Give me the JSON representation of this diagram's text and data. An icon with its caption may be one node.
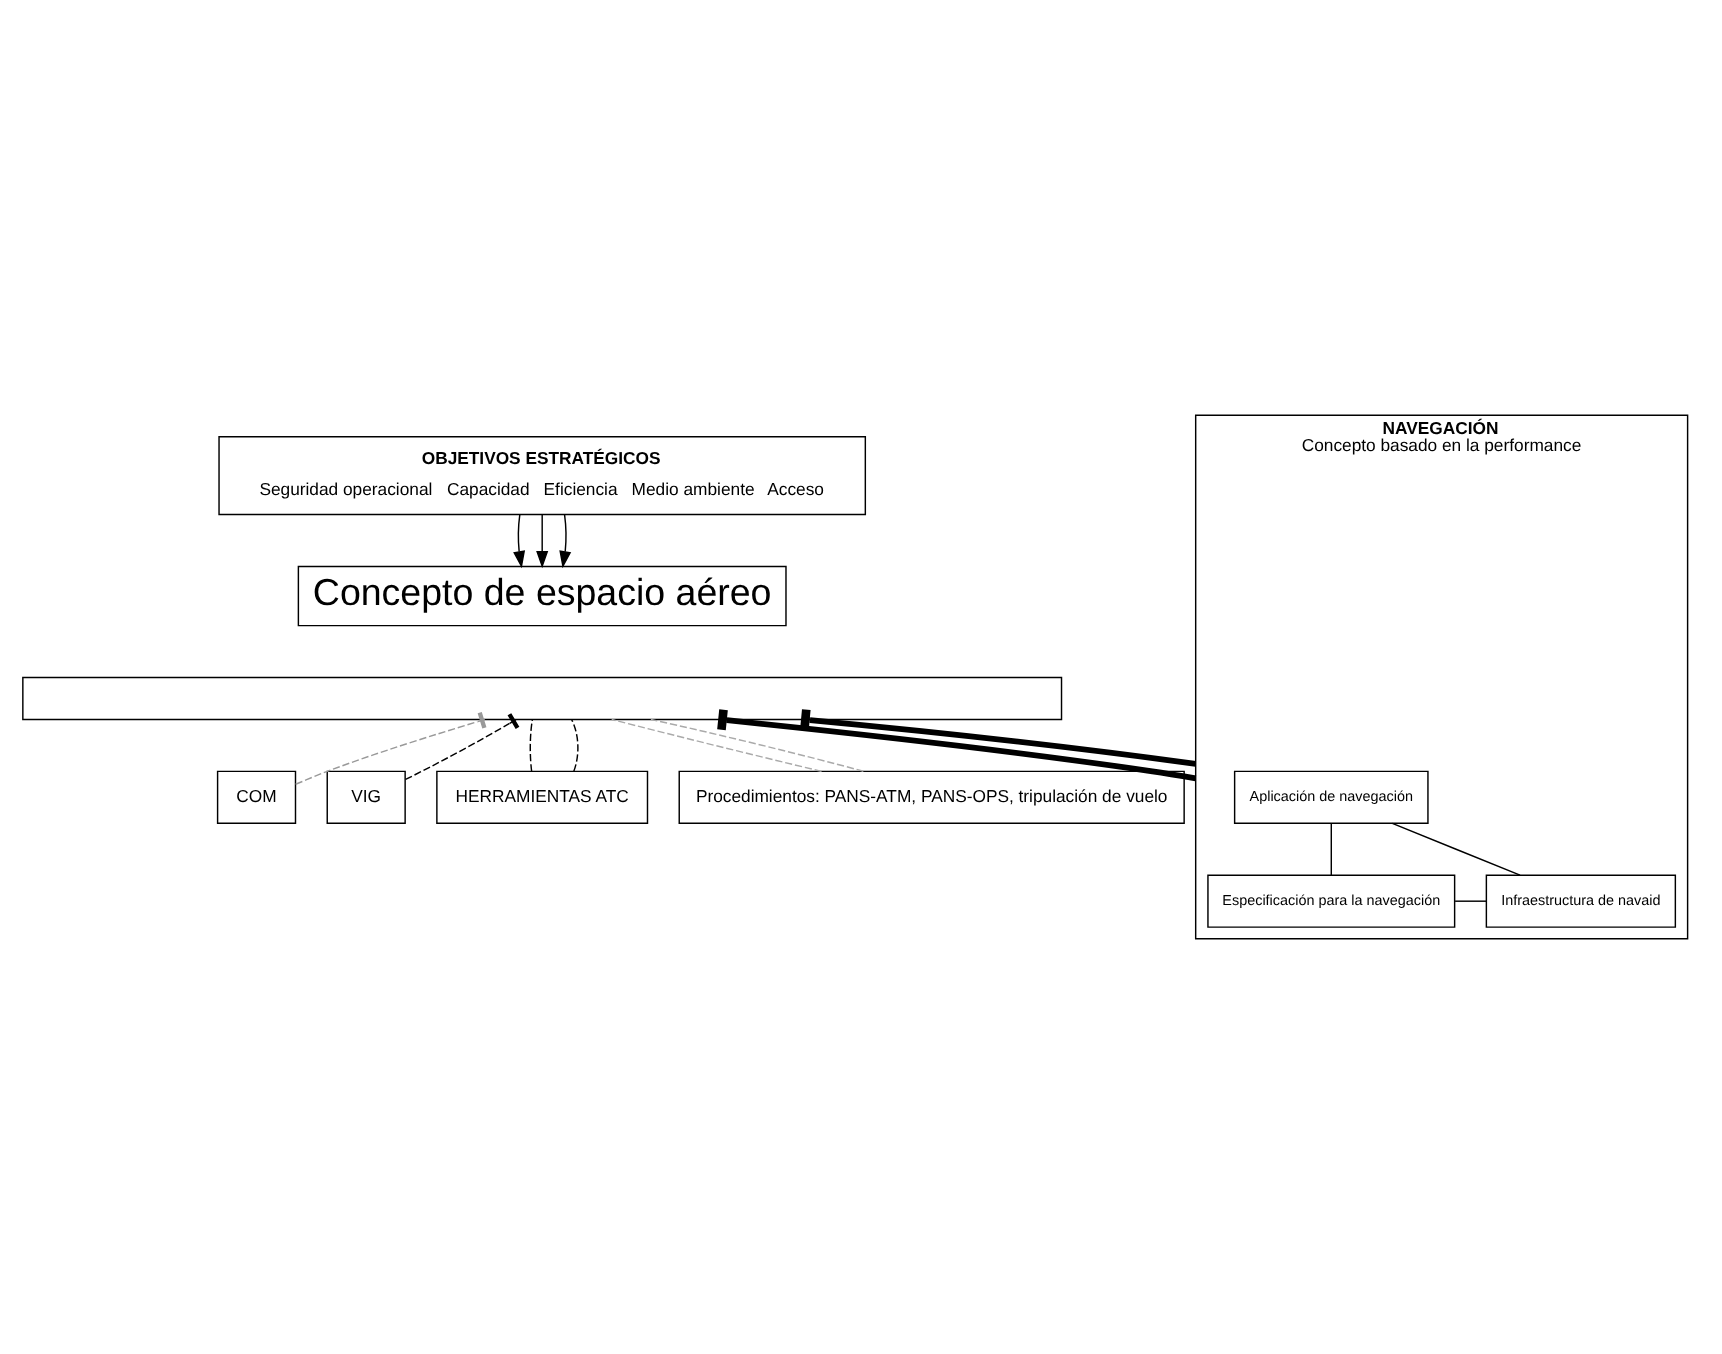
{
  "diagram": {
    "nodes": [
      {
        "text": [
          "OBJETIVOS ESTRATÉGICOS",
          "Seguridad operacional",
          "Capacidad",
          "Eficiencia",
          "Medio ambiente",
          "Acceso"
        ]
      },
      {
        "text": [
          "Concepto de espacio aéreo"
        ]
      },
      {
        "text": [],
        "shape": "bar"
      },
      {
        "text": [
          "COM"
        ]
      },
      {
        "text": [
          "VIG"
        ]
      },
      {
        "text": [
          "NAVEGACIÓN",
          "Concepto basado en la performance"
        ]
      },
      {
        "text": [
          "Aplicación de navegación"
        ],
        "in": 5
      },
      {
        "text": [
          "Especificación para la navegación"
        ],
        "in": 5
      },
      {
        "text": [
          "Infraestructura de navaid"
        ],
        "in": 5
      },
      {
        "text": [
          "HERRAMIENTAS ATC"
        ]
      },
      {
        "text": [
          "Procedimientos: PANS-ATM, PANS-OPS, tripulación de vuelo"
        ]
      }
    ],
    "edges": [
      {
        "from": 0,
        "to": 1,
        "arrow": "to"
      },
      {
        "from": 0,
        "to": 1,
        "arrow": "to"
      },
      {
        "from": 0,
        "to": 1,
        "arrow": "to"
      },
      {
        "from": 3,
        "to": 2,
        "arrow": "other",
        "style": "dashed",
        "color": "#999999"
      },
      {
        "from": 5,
        "to": 2,
        "arrow": "other",
        "style": "thick"
      },
      {
        "from": 4,
        "to": 2,
        "arrow": "other",
        "style": "dashed"
      },
      {
        "from": 9,
        "to": 2,
        "arrow": "none",
        "style": "dashed"
      },
      {
        "from": 9,
        "to": 2,
        "arrow": "none",
        "style": "dashed"
      },
      {
        "from": 10,
        "to": 2,
        "arrow": "none",
        "style": "dashed",
        "color": "#aaaaaa"
      },
      {
        "from": 10,
        "to": 2,
        "arrow": "none",
        "style": "dashed",
        "color": "#aaaaaa"
      },
      {
        "from": 5,
        "to": 2,
        "arrow": "other",
        "style": "thick"
      },
      {
        "from": 6,
        "to": 7,
        "arrow": "none"
      },
      {
        "from": 6,
        "to": 8,
        "arrow": "none"
      },
      {
        "from": 7,
        "to": 8,
        "arrow": "none"
      }
    ]
  }
}
